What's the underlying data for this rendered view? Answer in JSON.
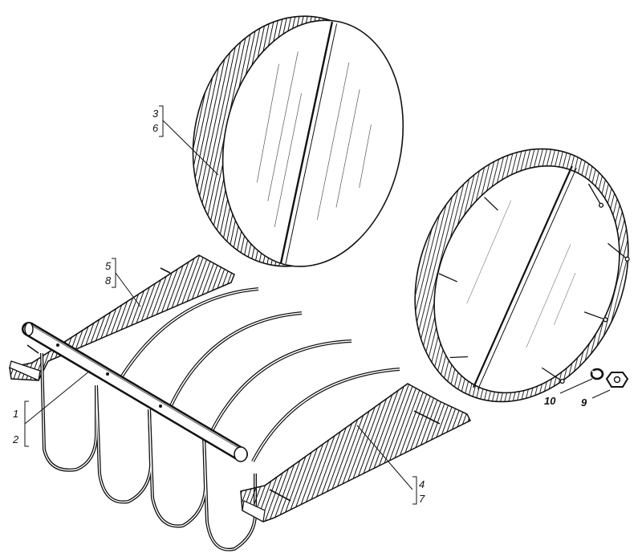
{
  "callouts": {
    "disc_a": "3",
    "disc_b": "6",
    "angle_top_a": "5",
    "angle_top_b": "8",
    "pipe_a": "1",
    "pipe_b": "2",
    "angle_bottom_a": "4",
    "angle_bottom_b": "7",
    "washer": "10",
    "nut": "9"
  },
  "colors": {
    "ink": "#111111",
    "paper": "#ffffff"
  }
}
